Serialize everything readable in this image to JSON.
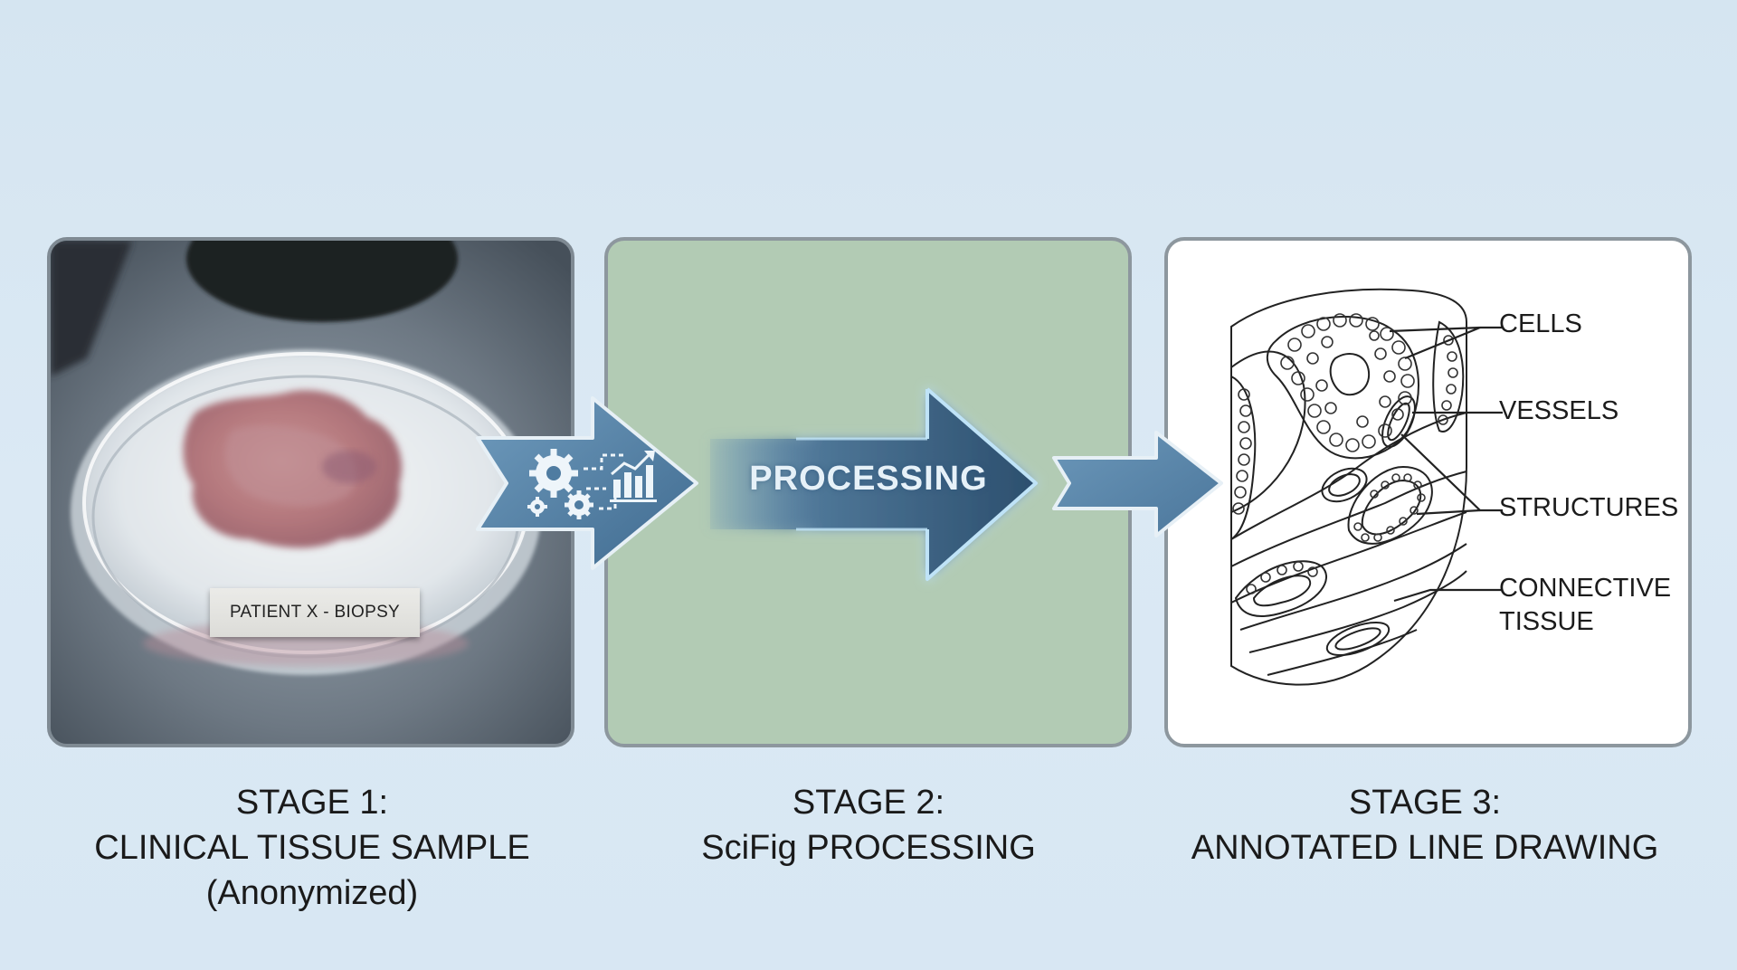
{
  "stage1": {
    "photo_label": "PATIENT X - BIOPSY",
    "caption_line1": "STAGE 1:",
    "caption_line2": "CLINICAL TISSUE SAMPLE",
    "caption_line3": "(Anonymized)"
  },
  "stage2": {
    "arrow_text": "PROCESSING",
    "caption_line1": "STAGE 2:",
    "caption_line2": "SciFig PROCESSING"
  },
  "stage3": {
    "annotations": {
      "cells": "CELLS",
      "vessels": "VESSELS",
      "structures": "STRUCTURES",
      "connective_line1": "CONNECTIVE",
      "connective_line2": "TISSUE"
    },
    "caption_line1": "STAGE 3:",
    "caption_line2": "ANNOTATED LINE DRAWING"
  },
  "colors": {
    "background": "#d5e5f1",
    "arrow_blue": "#5a86aa",
    "processing_panel": "#b2cbb4",
    "panel_border": "#8d979e"
  },
  "icons": [
    "gears-icon",
    "bar-chart-icon"
  ]
}
